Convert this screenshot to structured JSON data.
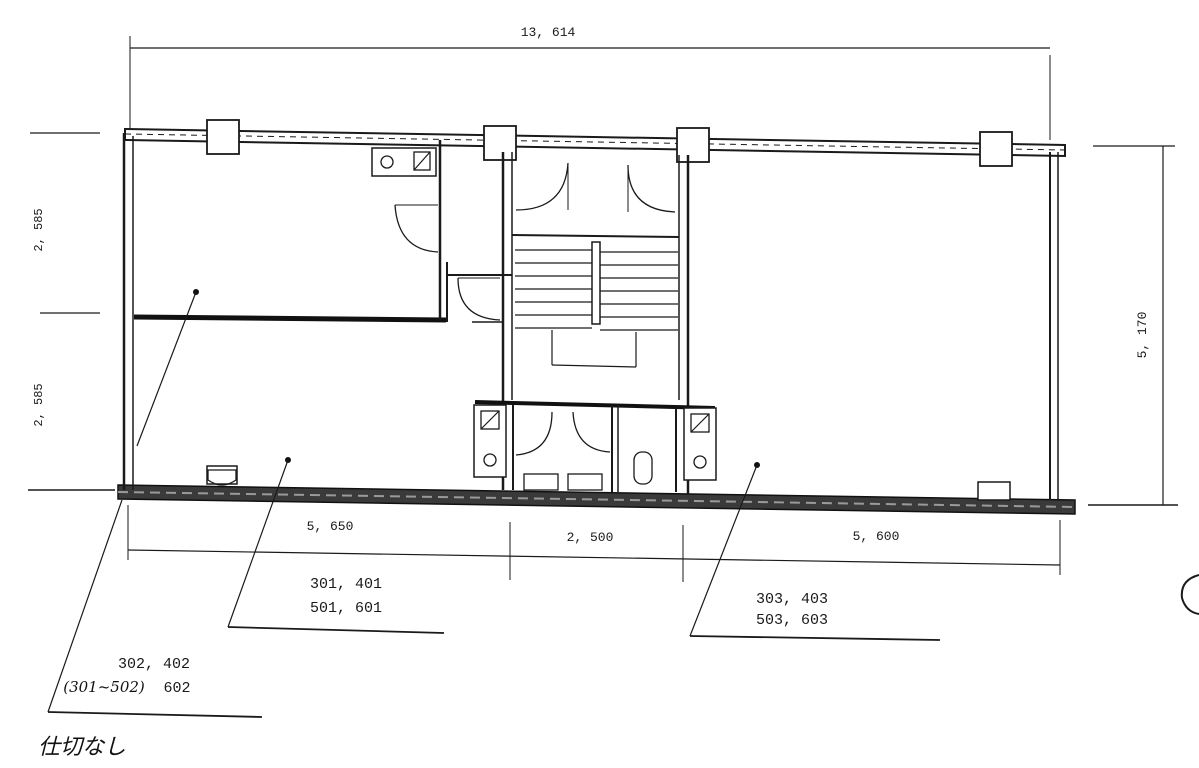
{
  "dimensions": {
    "total_width": "13, 614",
    "left_upper_height": "2, 585",
    "left_lower_height": "2, 585",
    "right_height": "5, 170",
    "bottom_left": "5, 650",
    "bottom_center": "2, 500",
    "bottom_right": "5, 600"
  },
  "room_labels": {
    "lower_left": {
      "line1": "301, 401",
      "line2": "501, 601"
    },
    "right": {
      "line1": "303, 403",
      "line2": "503, 603"
    },
    "upper_left": {
      "line1": "302, 402",
      "line2_paren": "(301~502)",
      "line2_rest": "602"
    }
  },
  "note": "仕切なし"
}
